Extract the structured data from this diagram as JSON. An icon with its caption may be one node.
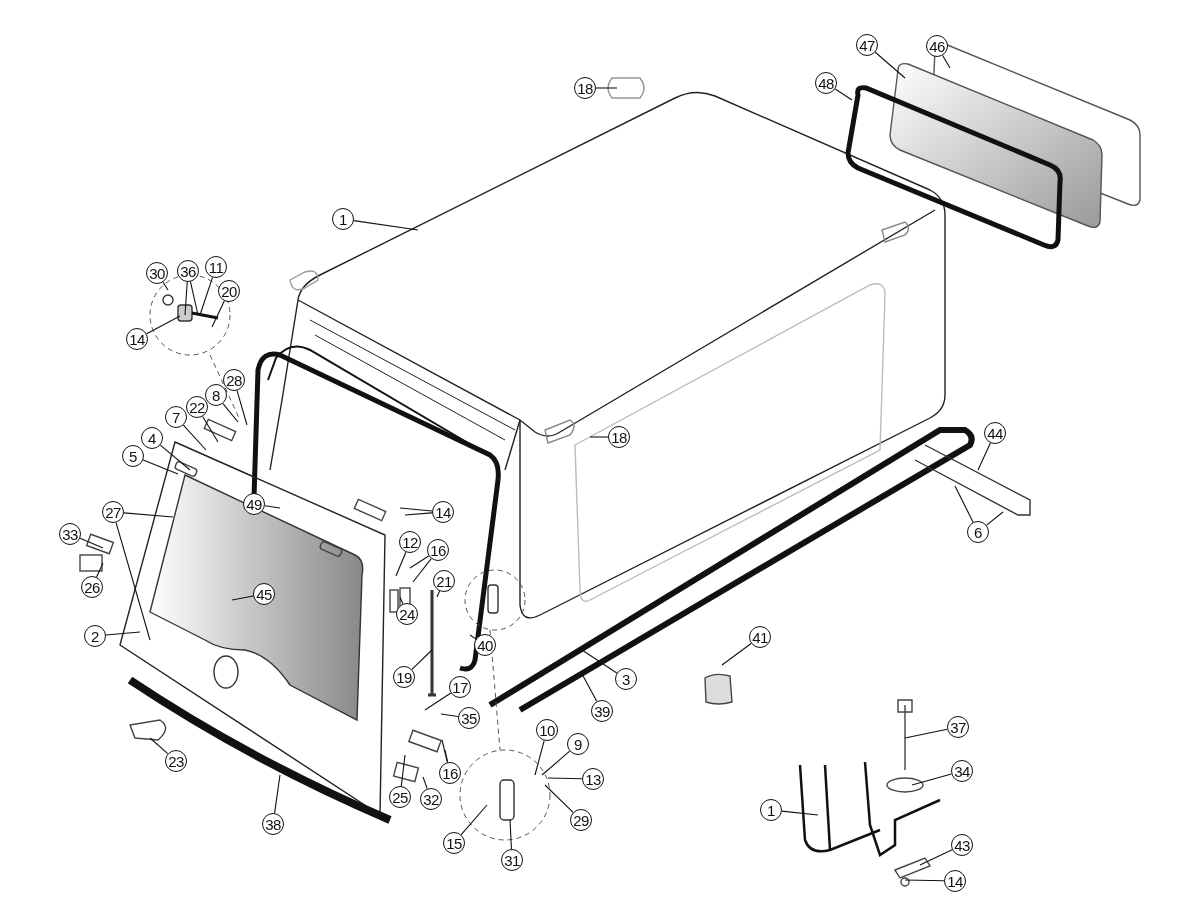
{
  "diagram": {
    "nodes": [
      {
        "text": [
          "46"
        ]
      },
      {
        "text": [
          "47"
        ]
      },
      {
        "text": [
          "18"
        ]
      },
      {
        "text": [
          "48"
        ]
      },
      {
        "text": [
          "1"
        ]
      },
      {
        "text": [
          "11"
        ]
      },
      {
        "text": [
          "36"
        ]
      },
      {
        "text": [
          "30"
        ]
      },
      {
        "text": [
          "20"
        ]
      },
      {
        "text": [
          "14"
        ]
      },
      {
        "text": [
          "28"
        ]
      },
      {
        "text": [
          "8"
        ]
      },
      {
        "text": [
          "22"
        ]
      },
      {
        "text": [
          "7"
        ]
      },
      {
        "text": [
          "44"
        ]
      },
      {
        "text": [
          "18"
        ]
      },
      {
        "text": [
          "4"
        ]
      },
      {
        "text": [
          "5"
        ]
      },
      {
        "text": [
          "49"
        ]
      },
      {
        "text": [
          "14"
        ]
      },
      {
        "text": [
          "27"
        ]
      },
      {
        "text": [
          "6"
        ]
      },
      {
        "text": [
          "33"
        ]
      },
      {
        "text": [
          "12"
        ]
      },
      {
        "text": [
          "16"
        ]
      },
      {
        "text": [
          "21"
        ]
      },
      {
        "text": [
          "26"
        ]
      },
      {
        "text": [
          "45"
        ]
      },
      {
        "text": [
          "24"
        ]
      },
      {
        "text": [
          "2"
        ]
      },
      {
        "text": [
          "41"
        ]
      },
      {
        "text": [
          "40"
        ]
      },
      {
        "text": [
          "19"
        ]
      },
      {
        "text": [
          "3"
        ]
      },
      {
        "text": [
          "17"
        ]
      },
      {
        "text": [
          "39"
        ]
      },
      {
        "text": [
          "35"
        ]
      },
      {
        "text": [
          "37"
        ]
      },
      {
        "text": [
          "10"
        ]
      },
      {
        "text": [
          "9"
        ]
      },
      {
        "text": [
          "23"
        ]
      },
      {
        "text": [
          "34"
        ]
      },
      {
        "text": [
          "16"
        ]
      },
      {
        "text": [
          "13"
        ]
      },
      {
        "text": [
          "25"
        ]
      },
      {
        "text": [
          "32"
        ]
      },
      {
        "text": [
          "1"
        ]
      },
      {
        "text": [
          "29"
        ]
      },
      {
        "text": [
          "38"
        ]
      },
      {
        "text": [
          "15"
        ]
      },
      {
        "text": [
          "43"
        ]
      },
      {
        "text": [
          "31"
        ]
      },
      {
        "text": [
          "14"
        ]
      }
    ],
    "edges": [
      {
        "from": 0,
        "to": null,
        "arrow": "none"
      },
      {
        "from": 1,
        "to": null,
        "arrow": "none"
      },
      {
        "from": 2,
        "to": null,
        "arrow": "none"
      },
      {
        "from": 3,
        "to": null,
        "arrow": "none"
      },
      {
        "from": 4,
        "to": null,
        "arrow": "none"
      },
      {
        "from": 5,
        "to": null,
        "arrow": "none"
      },
      {
        "from": 6,
        "to": null,
        "arrow": "none"
      },
      {
        "from": 6,
        "to": null,
        "arrow": "none"
      },
      {
        "from": 7,
        "to": null,
        "arrow": "none"
      },
      {
        "from": 8,
        "to": null,
        "arrow": "none"
      },
      {
        "from": 9,
        "to": null,
        "arrow": "none"
      },
      {
        "from": 10,
        "to": null,
        "arrow": "none"
      },
      {
        "from": 11,
        "to": null,
        "arrow": "none"
      },
      {
        "from": 12,
        "to": null,
        "arrow": "none"
      },
      {
        "from": 13,
        "to": null,
        "arrow": "none"
      },
      {
        "from": 16,
        "to": null,
        "arrow": "none"
      },
      {
        "from": 17,
        "to": null,
        "arrow": "none"
      },
      {
        "from": 18,
        "to": null,
        "arrow": "none"
      },
      {
        "from": 14,
        "to": null,
        "arrow": "none"
      },
      {
        "from": 15,
        "to": null,
        "arrow": "none"
      },
      {
        "from": 19,
        "to": null,
        "arrow": "none"
      },
      {
        "from": 19,
        "to": null,
        "arrow": "none"
      },
      {
        "from": 20,
        "to": null,
        "arrow": "none"
      },
      {
        "from": 20,
        "to": null,
        "arrow": "none"
      },
      {
        "from": 21,
        "to": null,
        "arrow": "none"
      },
      {
        "from": 21,
        "to": null,
        "arrow": "none"
      },
      {
        "from": 22,
        "to": null,
        "arrow": "none"
      },
      {
        "from": 26,
        "to": null,
        "arrow": "none"
      },
      {
        "from": 23,
        "to": null,
        "arrow": "none"
      },
      {
        "from": 24,
        "to": null,
        "arrow": "none"
      },
      {
        "from": 24,
        "to": null,
        "arrow": "none"
      },
      {
        "from": 25,
        "to": null,
        "arrow": "none"
      },
      {
        "from": 28,
        "to": null,
        "arrow": "none"
      },
      {
        "from": 27,
        "to": null,
        "arrow": "none"
      },
      {
        "from": 29,
        "to": null,
        "arrow": "none"
      },
      {
        "from": 30,
        "to": null,
        "arrow": "none"
      },
      {
        "from": 31,
        "to": null,
        "arrow": "none"
      },
      {
        "from": 32,
        "to": null,
        "arrow": "none"
      },
      {
        "from": 33,
        "to": null,
        "arrow": "none"
      },
      {
        "from": 34,
        "to": null,
        "arrow": "none"
      },
      {
        "from": 36,
        "to": null,
        "arrow": "none"
      },
      {
        "from": 35,
        "to": null,
        "arrow": "none"
      },
      {
        "from": 37,
        "to": null,
        "arrow": "none"
      },
      {
        "from": 38,
        "to": null,
        "arrow": "none"
      },
      {
        "from": 39,
        "to": null,
        "arrow": "none"
      },
      {
        "from": 43,
        "to": null,
        "arrow": "none"
      },
      {
        "from": 47,
        "to": null,
        "arrow": "none"
      },
      {
        "from": 40,
        "to": null,
        "arrow": "none"
      },
      {
        "from": 41,
        "to": null,
        "arrow": "none"
      },
      {
        "from": 42,
        "to": null,
        "arrow": "none"
      },
      {
        "from": 42,
        "to": null,
        "arrow": "none"
      },
      {
        "from": 44,
        "to": null,
        "arrow": "none"
      },
      {
        "from": 45,
        "to": null,
        "arrow": "none"
      },
      {
        "from": 46,
        "to": null,
        "arrow": "none"
      },
      {
        "from": 48,
        "to": null,
        "arrow": "none"
      },
      {
        "from": 49,
        "to": null,
        "arrow": "none"
      },
      {
        "from": 51,
        "to": null,
        "arrow": "none"
      },
      {
        "from": 50,
        "to": null,
        "arrow": "none"
      },
      {
        "from": 52,
        "to": null,
        "arrow": "none"
      }
    ]
  }
}
